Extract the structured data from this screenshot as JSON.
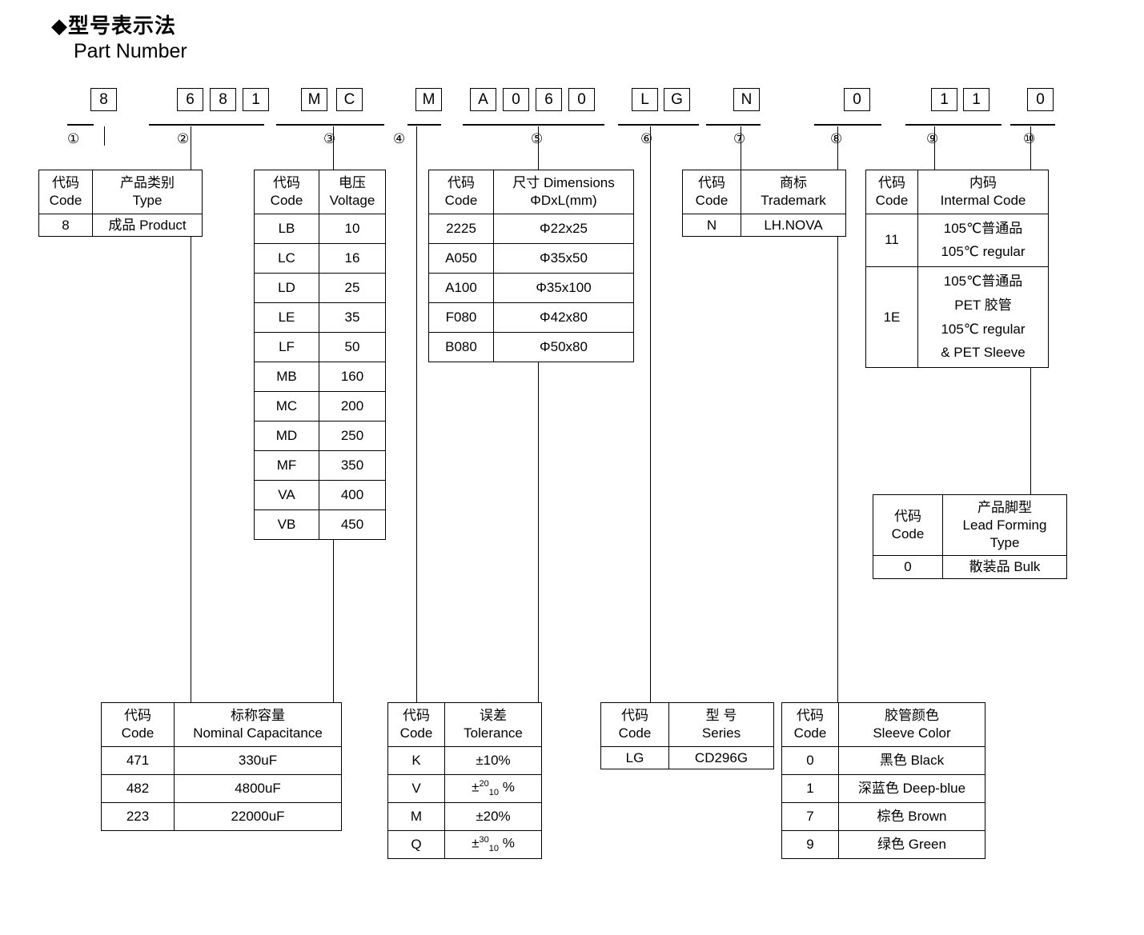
{
  "header": {
    "bullet": "◆",
    "title_cn": "型号表示法",
    "title_en": "Part Number"
  },
  "part_number": {
    "groups": [
      {
        "index": "①",
        "chars": [
          "8"
        ]
      },
      {
        "index": "②",
        "chars": [
          "6",
          "8",
          "1"
        ]
      },
      {
        "index": "③",
        "chars": [
          "M",
          "C"
        ]
      },
      {
        "index": "④",
        "chars": [
          "M"
        ]
      },
      {
        "index": "⑤",
        "chars": [
          "A",
          "0",
          "6",
          "0"
        ]
      },
      {
        "index": "⑥",
        "chars": [
          "L",
          "G"
        ]
      },
      {
        "index": "⑦",
        "chars": [
          "N"
        ]
      },
      {
        "index": "⑧",
        "chars": [
          "0"
        ]
      },
      {
        "index": "⑨",
        "chars": [
          "1",
          "1"
        ]
      },
      {
        "index": "⑩",
        "chars": [
          "0"
        ]
      }
    ]
  },
  "tables": {
    "type": {
      "headers": {
        "code_cn": "代码",
        "code_en": "Code",
        "val_cn": "产品类别",
        "val_en": "Type"
      },
      "rows": [
        {
          "code": "8",
          "value": "成品 Product"
        }
      ]
    },
    "voltage": {
      "headers": {
        "code_cn": "代码",
        "code_en": "Code",
        "val_cn": "电压",
        "val_en": "Voltage"
      },
      "rows": [
        {
          "code": "LB",
          "value": "10"
        },
        {
          "code": "LC",
          "value": "16"
        },
        {
          "code": "LD",
          "value": "25"
        },
        {
          "code": "LE",
          "value": "35"
        },
        {
          "code": "LF",
          "value": "50"
        },
        {
          "code": "MB",
          "value": "160"
        },
        {
          "code": "MC",
          "value": "200"
        },
        {
          "code": "MD",
          "value": "250"
        },
        {
          "code": "MF",
          "value": "350"
        },
        {
          "code": "VA",
          "value": "400"
        },
        {
          "code": "VB",
          "value": "450"
        }
      ]
    },
    "dimensions": {
      "headers": {
        "code_cn": "代码",
        "code_en": "Code",
        "val_cn": "尺寸 Dimensions",
        "val_en": "ΦDxL(mm)"
      },
      "rows": [
        {
          "code": "2225",
          "value": "Φ22x25"
        },
        {
          "code": "A050",
          "value": "Φ35x50"
        },
        {
          "code": "A100",
          "value": "Φ35x100"
        },
        {
          "code": "F080",
          "value": "Φ42x80"
        },
        {
          "code": "B080",
          "value": "Φ50x80"
        }
      ]
    },
    "trademark": {
      "headers": {
        "code_cn": "代码",
        "code_en": "Code",
        "val_cn": "商标",
        "val_en": "Trademark"
      },
      "rows": [
        {
          "code": "N",
          "value": "LH.NOVA"
        }
      ]
    },
    "internal_code": {
      "headers": {
        "code_cn": "代码",
        "code_en": "Code",
        "val_cn": "内码",
        "val_en": "Intermal Code"
      },
      "rows": [
        {
          "code": "11",
          "lines": [
            "105℃普通品",
            "105℃  regular"
          ]
        },
        {
          "code": "1E",
          "lines": [
            "105℃普通品",
            "PET 胶管",
            "105℃  regular",
            "& PET Sleeve"
          ]
        }
      ]
    },
    "lead_forming": {
      "headers": {
        "code_cn": "代码",
        "code_en": "Code",
        "val_cn": "产品脚型",
        "val_en_1": "Lead Forming",
        "val_en_2": "Type"
      },
      "rows": [
        {
          "code": "0",
          "value": "散装品 Bulk"
        }
      ]
    },
    "capacitance": {
      "headers": {
        "code_cn": "代码",
        "code_en": "Code",
        "val_cn": "标称容量",
        "val_en": "Nominal Capacitance"
      },
      "rows": [
        {
          "code": "471",
          "value": "330uF"
        },
        {
          "code": "482",
          "value": "4800uF"
        },
        {
          "code": "223",
          "value": "22000uF"
        }
      ]
    },
    "tolerance": {
      "headers": {
        "code_cn": "代码",
        "code_en": "Code",
        "val_cn": "误差",
        "val_en": "Tolerance"
      },
      "rows": [
        {
          "code": "K",
          "value": "±10%",
          "sup": "",
          "sub": ""
        },
        {
          "code": "V",
          "value": "",
          "sup": "20",
          "sub": "10"
        },
        {
          "code": "M",
          "value": "±20%",
          "sup": "",
          "sub": ""
        },
        {
          "code": "Q",
          "value": "",
          "sup": "30",
          "sub": "10"
        }
      ]
    },
    "series": {
      "headers": {
        "code_cn": "代码",
        "code_en": "Code",
        "val_cn": "型 号",
        "val_en": "Series"
      },
      "rows": [
        {
          "code": "LG",
          "value": "CD296G"
        }
      ]
    },
    "sleeve_color": {
      "headers": {
        "code_cn": "代码",
        "code_en": "Code",
        "val_cn": "胶管颜色",
        "val_en": "Sleeve Color"
      },
      "rows": [
        {
          "code": "0",
          "value": "黑色 Black"
        },
        {
          "code": "1",
          "value": "深蓝色 Deep-blue"
        },
        {
          "code": "7",
          "value": "棕色 Brown"
        },
        {
          "code": "9",
          "value": "绿色 Green"
        }
      ]
    }
  }
}
